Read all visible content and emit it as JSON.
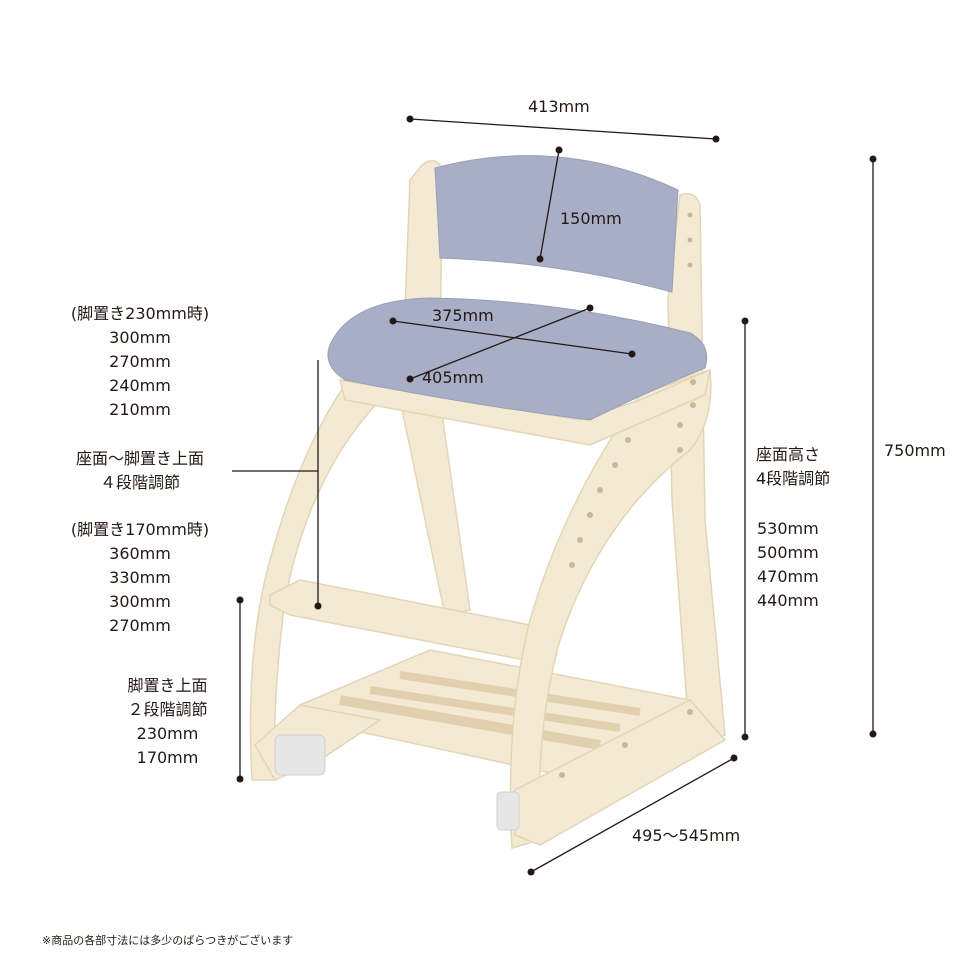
{
  "dimensions": {
    "top_width": "413mm",
    "back_height": "150mm",
    "seat_width": "375mm",
    "seat_depth": "405mm",
    "total_height": "750mm",
    "base_depth": "495〜545mm"
  },
  "seat_to_footrest": {
    "group_230_title": "(脚置き230mm時)",
    "group_230_values": [
      "300mm",
      "270mm",
      "240mm",
      "210mm"
    ],
    "caption_line1": "座面〜脚置き上面",
    "caption_line2": "４段階調節",
    "group_170_title": "(脚置き170mm時)",
    "group_170_values": [
      "360mm",
      "330mm",
      "300mm",
      "270mm"
    ]
  },
  "footrest_height": {
    "line1": "脚置き上面",
    "line2": "２段階調節",
    "values": [
      "230mm",
      "170mm"
    ]
  },
  "seat_height": {
    "line1": "座面高さ",
    "line2": "4段階調節",
    "values": [
      "530mm",
      "500mm",
      "470mm",
      "440mm"
    ]
  },
  "footnote": "※商品の各部寸法には多少のばらつきがございます",
  "colors": {
    "wood": "#f4ead3",
    "upholstery": "#a7aec6",
    "line": "#231815"
  }
}
